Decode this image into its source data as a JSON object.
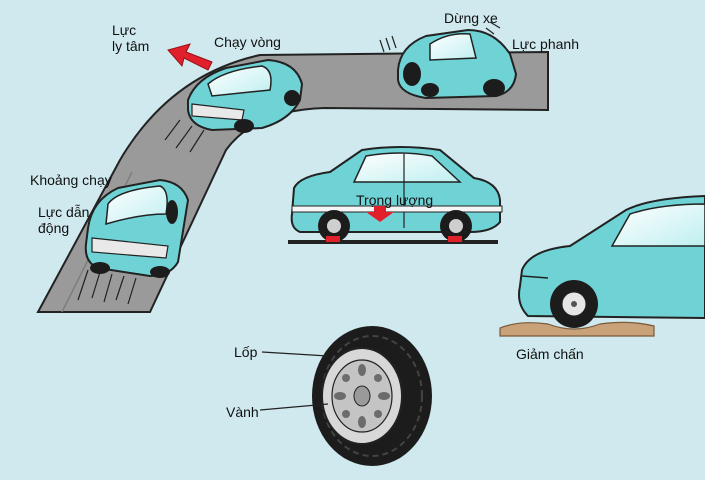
{
  "labels": {
    "centrifugal_force": "Lực\nly tâm",
    "cornering": "Chạy vòng",
    "stopping": "Dừng xe",
    "braking_force": "Lực phanh",
    "running": "Khoảng chạy",
    "driving_force": "Lực dẫn\nđộng",
    "weight": "Trọng lượng",
    "shock_absorbing": "Giảm chấn",
    "tire": "Lốp",
    "rim": "Vành"
  },
  "colors": {
    "background": "#cfe9ee",
    "car_body": "#6fd3d6",
    "road": "#9a9a9a",
    "force_arrow": "#e0202a",
    "tire": "#1c1c1c",
    "ground": "#c9a27a"
  }
}
